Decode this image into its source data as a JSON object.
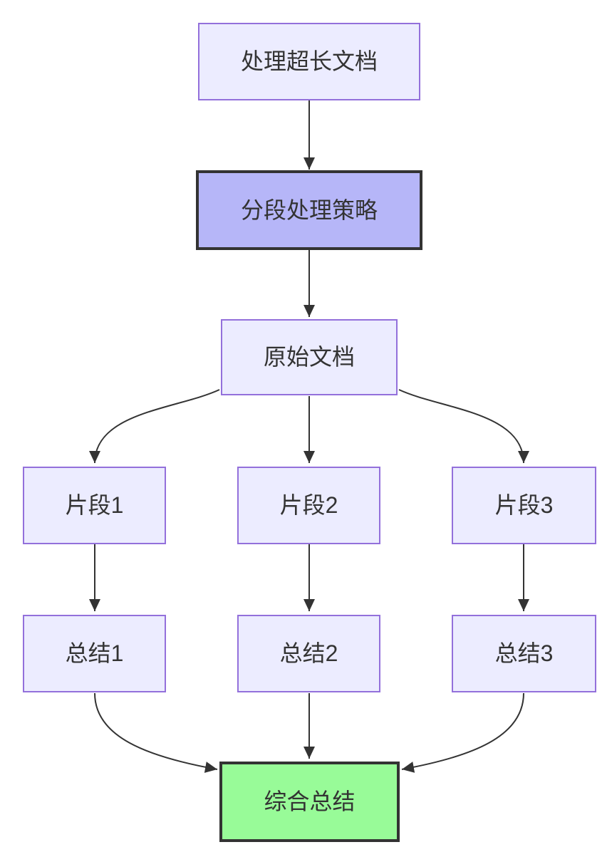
{
  "nodes": {
    "doc": {
      "label": "处理超长文档"
    },
    "strategy": {
      "label": "分段处理策略"
    },
    "original": {
      "label": "原始文档"
    },
    "seg1": {
      "label": "片段1"
    },
    "seg2": {
      "label": "片段2"
    },
    "seg3": {
      "label": "片段3"
    },
    "sum1": {
      "label": "总结1"
    },
    "sum2": {
      "label": "总结2"
    },
    "sum3": {
      "label": "总结3"
    },
    "final": {
      "label": "综合总结"
    }
  },
  "edges": [
    {
      "from": "doc",
      "to": "strategy"
    },
    {
      "from": "strategy",
      "to": "original"
    },
    {
      "from": "original",
      "to": "seg1"
    },
    {
      "from": "original",
      "to": "seg2"
    },
    {
      "from": "original",
      "to": "seg3"
    },
    {
      "from": "seg1",
      "to": "sum1"
    },
    {
      "from": "seg2",
      "to": "sum2"
    },
    {
      "from": "seg3",
      "to": "sum3"
    },
    {
      "from": "sum1",
      "to": "final"
    },
    {
      "from": "sum2",
      "to": "final"
    },
    {
      "from": "sum3",
      "to": "final"
    }
  ],
  "colors": {
    "background": "#ffffff",
    "node_fill": "#ececff",
    "node_border": "#9370db",
    "highlight_fill": "#b6b6f8",
    "result_fill": "#98fb98",
    "dark_border": "#333333",
    "edge": "#333333",
    "text": "#333333"
  }
}
